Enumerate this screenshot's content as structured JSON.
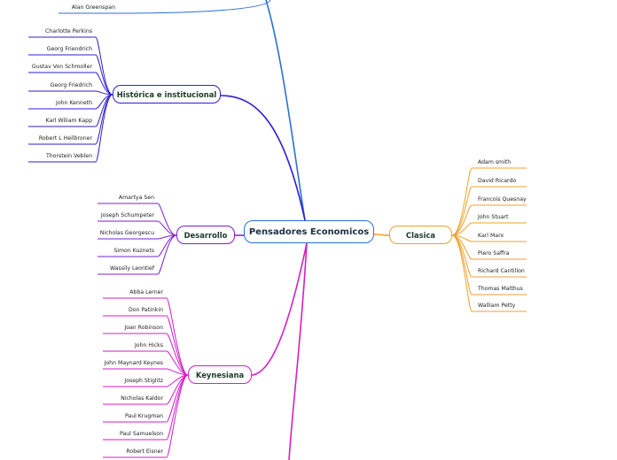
{
  "central": {
    "label": "Pensadores Economicos"
  },
  "colors": {
    "top": "#2b6fd6",
    "historica": "#2d1fd0",
    "clasica": "#f0a12a",
    "desarrollo": "#7e1fd0",
    "keynesiana": "#d41ec8",
    "bottom": "#d41ec8"
  },
  "top_branch": {
    "leaves": [
      "Alan Greenspan"
    ]
  },
  "historica": {
    "label": "Histórica e institucional",
    "leaves": [
      "Charlotte Perkins",
      "Georg Friendrich",
      "Gustav Von Schmoller",
      "Georg Friedrich",
      "John Kenneth",
      "Karl Wiliam Kapp",
      "Robert L Heilbroner",
      "Thorstein Veblen"
    ]
  },
  "clasica": {
    "label": "Clasica",
    "leaves": [
      "Adam smith",
      "David Ricardo",
      "Francois Quesnay",
      "John Stuart",
      "Karl Marx",
      "Piero Saffra",
      "Richard Cantillon",
      "Thomas Malthus",
      "Walliam Petty"
    ]
  },
  "desarrollo": {
    "label": "Desarrollo",
    "leaves": [
      "Amartya Sen",
      "Joseph Schumpeter",
      "Nicholas Georgescu",
      "Simon Kuznets",
      "Wassily Leontief"
    ]
  },
  "keynesiana": {
    "label": "Keynesiana",
    "leaves": [
      "Abba Lerner",
      "Don Patinkin",
      "Joan Robinson",
      "John Hicks",
      "John Maynard Keynes",
      "Joseph Stiglitz",
      "Nicholas Kaldor",
      "Paul Krugman",
      "Paul Samuelson",
      "Robert Eisner"
    ]
  }
}
